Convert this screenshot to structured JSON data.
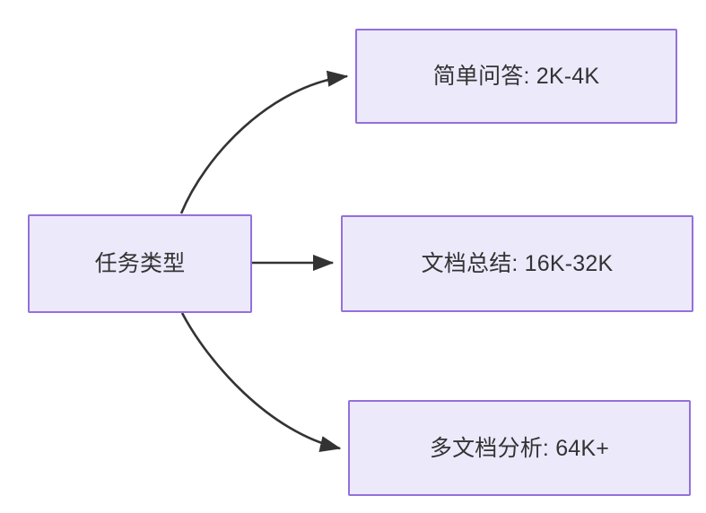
{
  "diagram": {
    "type": "flowchart",
    "direction": "left-to-right",
    "background_color": "#ffffff",
    "node_fill_color": "#ece9fb",
    "node_border_color": "#9370db",
    "node_text_color": "#333333",
    "edge_color": "#333333",
    "root": {
      "id": "root",
      "label": "任务类型"
    },
    "branches": [
      {
        "id": "simple-qa",
        "label": "简单问答: 2K-4K",
        "task": "简单问答",
        "context_range": "2K-4K",
        "edge_style": "curved"
      },
      {
        "id": "doc-summary",
        "label": "文档总结: 16K-32K",
        "task": "文档总结",
        "context_range": "16K-32K",
        "edge_style": "straight"
      },
      {
        "id": "multi-doc",
        "label": "多文档分析: 64K+",
        "task": "多文档分析",
        "context_range": "64K+",
        "edge_style": "curved"
      }
    ]
  }
}
